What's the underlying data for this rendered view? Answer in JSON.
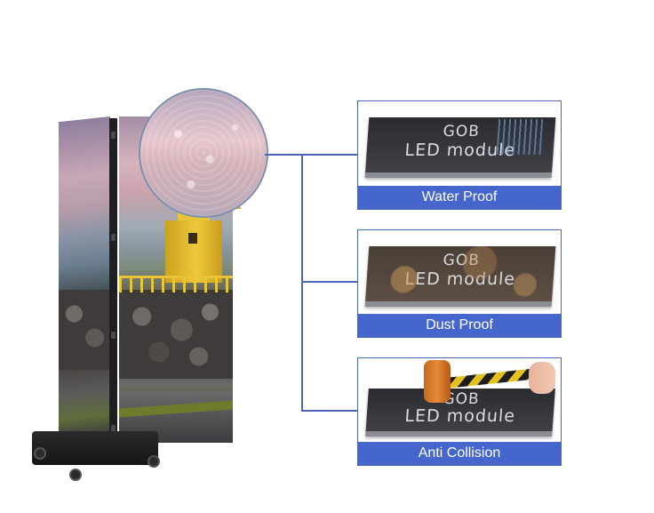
{
  "features": [
    {
      "caption": "Water Proof",
      "module_line1": "GOB",
      "module_line2": "LED module"
    },
    {
      "caption": "Dust Proof",
      "module_line1": "GOB",
      "module_line2": "LED module"
    },
    {
      "caption": "Anti Collision",
      "module_line1": "GOB",
      "module_line2": "LED module"
    }
  ],
  "colors": {
    "accent_blue": "#4566cc",
    "connector_line": "#4c66b8",
    "caption_text": "#ffffff"
  }
}
